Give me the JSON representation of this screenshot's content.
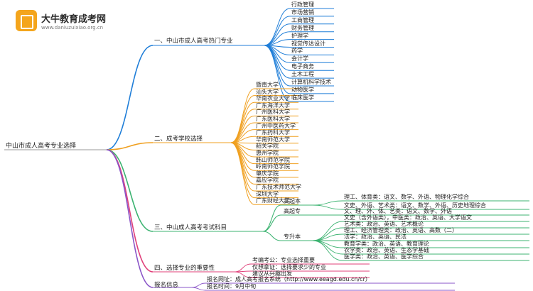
{
  "logo": {
    "title": "大牛教育成考网",
    "url": "www.daniuzuixiao.org.cn"
  },
  "root": "中山市成人高考专业选择",
  "colors": {
    "blue": "#1f7ed8",
    "orange": "#f0a020",
    "green": "#3cb371",
    "pink": "#e0407a",
    "purple": "#8a55c8"
  },
  "b1": {
    "label": "一、中山市成人高考热门专业",
    "leaves": [
      "行政管理",
      "市场营销",
      "工商管理",
      "财务管理",
      "护理学",
      "视觉传达设计",
      "药学",
      "会计学",
      "电子商务",
      "土木工程",
      "计算机科学技术",
      "动物医学",
      "临床医学"
    ]
  },
  "b2": {
    "label": "二、成考学校选择",
    "leaves": [
      "暨南大学",
      "汕头大学",
      "华南农业大学",
      "广东海洋大学",
      "广州医科大学",
      "广东医科大学",
      "广州中医药大学",
      "广东药科大学",
      "华南师范大学",
      "韶关学院",
      "惠州学院",
      "韩山师范学院",
      "岭南师范学院",
      "肇庆学院",
      "嘉应学院",
      "广东技术师范大学",
      "深圳大学",
      "广东财经大学"
    ]
  },
  "b3": {
    "label": "三、中山成人高考考试科目",
    "subs": [
      {
        "label": "高起本",
        "leaves": [
          "理工、体育类：语文、数学、外语、物理化学综合",
          "文史、外语、艺术类：语文、数学、外语、历史地理综合"
        ]
      },
      {
        "label": "高起专",
        "leaves": [
          "文、理、外、体、艺类：语文、数学、外语"
        ]
      },
      {
        "label": "专升本",
        "leaves": [
          "文史（含外语类），中医类：政治、英语、大学语文",
          "艺术类：政治、英语、艺术概论",
          "理工、经济管理类：政治、英语、高数（二）",
          "法学：政治、英语、民法",
          "教育学类：政治、英语、教育理论",
          "农学类：政治、英语、生态学基础",
          "医学类：政治、英语、医学综合"
        ]
      }
    ]
  },
  "b4": {
    "label": "四、选择专业的重要性",
    "leaves": [
      "考编考公：专业选择重要",
      "仅想拿证：选择要求少的专业",
      "建议从兴趣出发"
    ]
  },
  "b5": {
    "label": "报名信息",
    "leaves": [
      "报名网址：成人高考报名系统（http://www.eeagd.edu.cn/cr）",
      "报名时间：9月中旬"
    ]
  }
}
